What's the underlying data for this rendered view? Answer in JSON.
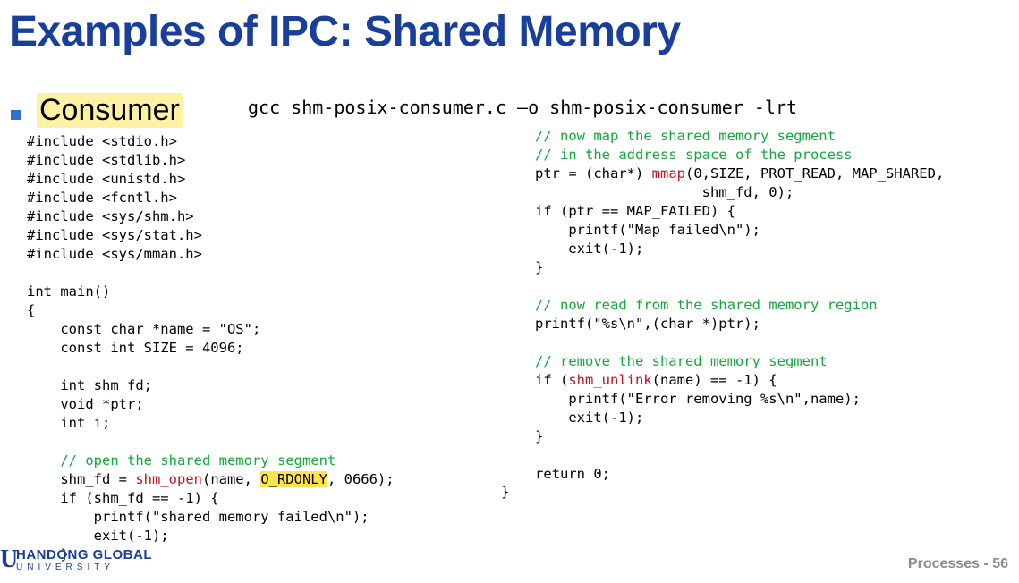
{
  "slide": {
    "title": "Examples of IPC: Shared Memory",
    "bullet": "Consumer",
    "command": "gcc shm-posix-consumer.c –o shm-posix-consumer -lrt",
    "brace": "}",
    "footer": "Processes - 56"
  },
  "logo": {
    "symbol": "U",
    "line1": "HANDONG GLOBAL",
    "line2": "UNIVERSITY"
  },
  "code": {
    "l1": "#include <stdio.h>",
    "l2": "#include <stdlib.h>",
    "l3": "#include <unistd.h>",
    "l4": "#include <fcntl.h>",
    "l5": "#include <sys/shm.h>",
    "l6": "#include <sys/stat.h>",
    "l7": "#include <sys/mman.h>",
    "l8": "int main()",
    "l9": "{",
    "l10": "    const char *name = \"OS\";",
    "l11": "    const int SIZE = 4096;",
    "l12": "    int shm_fd;",
    "l13": "    void *ptr;",
    "l14": "    int i;",
    "l15": "    // open the shared memory segment",
    "l16a": "    shm_fd = ",
    "l16fn": "shm_open",
    "l16b": "(name, ",
    "l16hl": "O_RDONLY",
    "l16c": ", 0666);",
    "l17": "    if (shm_fd == -1) {",
    "l18": "        printf(\"shared memory failed\\n\");",
    "l19": "        exit(-1);",
    "l20": "    }",
    "r1": "// now map the shared memory segment",
    "r2": "// in the address space of the process",
    "r3a": "ptr = (char*) ",
    "r3fn": "mmap",
    "r3b": "(0,SIZE, PROT_READ, MAP_SHARED,",
    "r4": "                    shm_fd, 0);",
    "r5": "if (ptr == MAP_FAILED) {",
    "r6": "    printf(\"Map failed\\n\");",
    "r7": "    exit(-1);",
    "r8": "}",
    "r9": "// now read from the shared memory region",
    "r10": "printf(\"%s\\n\",(char *)ptr);",
    "r11": "// remove the shared memory segment",
    "r12a": "if (",
    "r12fn": "shm_unlink",
    "r12b": "(name) == -1) {",
    "r13": "    printf(\"Error removing %s\\n\",name);",
    "r14": "    exit(-1);",
    "r15": "}",
    "r16": "return 0;"
  }
}
